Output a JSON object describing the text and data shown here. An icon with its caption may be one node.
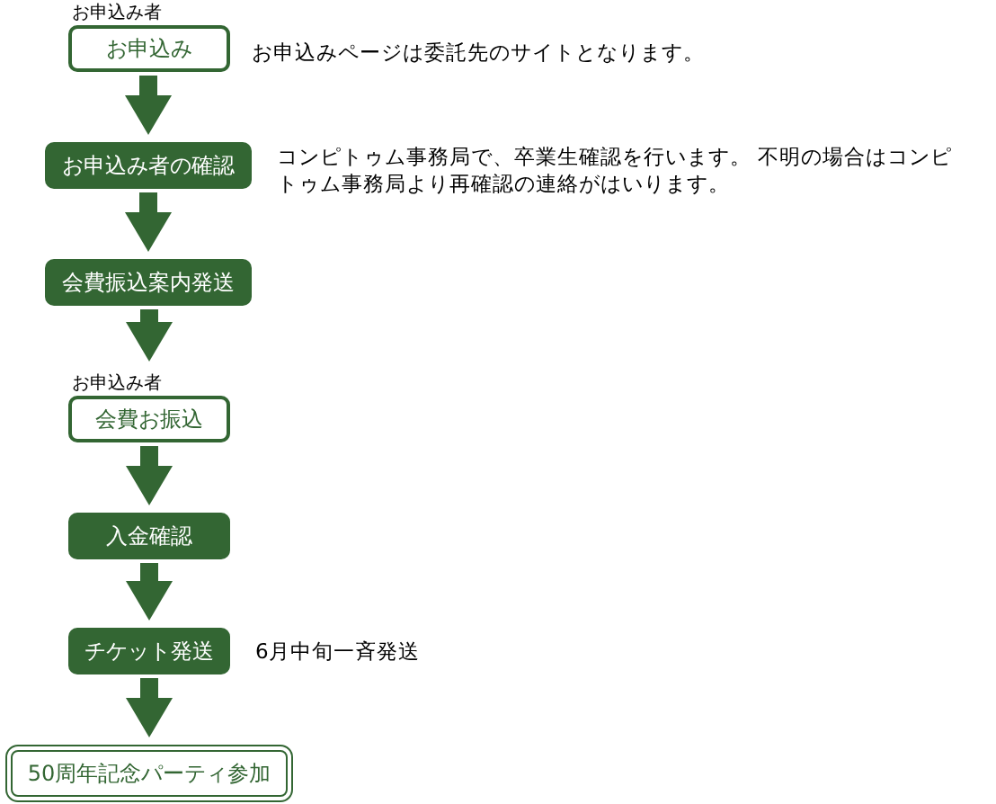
{
  "diagram": {
    "nodes": [
      {
        "text": [
          "お申込み者",
          "お申込み"
        ],
        "beside": [
          "お申込みページは委託先のサイトとなります。"
        ]
      },
      {
        "text": [
          "お申込み者の確認"
        ],
        "beside": [
          "コンピトゥム事務局で、卒業生確認を行います。 不明の場合はコンピトゥム事務局より再確認の連絡がはいります。"
        ]
      },
      {
        "text": [
          "会費振込案内発送"
        ]
      },
      {
        "text": [
          "お申込み者",
          "会費お振込"
        ]
      },
      {
        "text": [
          "入金確認"
        ]
      },
      {
        "text": [
          "チケット発送"
        ],
        "beside": [
          "6月中旬一斉発送"
        ]
      },
      {
        "text": [
          "50周年記念パーティ参加"
        ]
      }
    ],
    "edges": [
      {
        "from": 0,
        "to": 1,
        "arrow": "to"
      },
      {
        "from": 1,
        "to": 2,
        "arrow": "to"
      },
      {
        "from": 2,
        "to": 3,
        "arrow": "to"
      },
      {
        "from": 3,
        "to": 4,
        "arrow": "to"
      },
      {
        "from": 4,
        "to": 5,
        "arrow": "to"
      },
      {
        "from": 5,
        "to": 6,
        "arrow": "to"
      }
    ]
  }
}
